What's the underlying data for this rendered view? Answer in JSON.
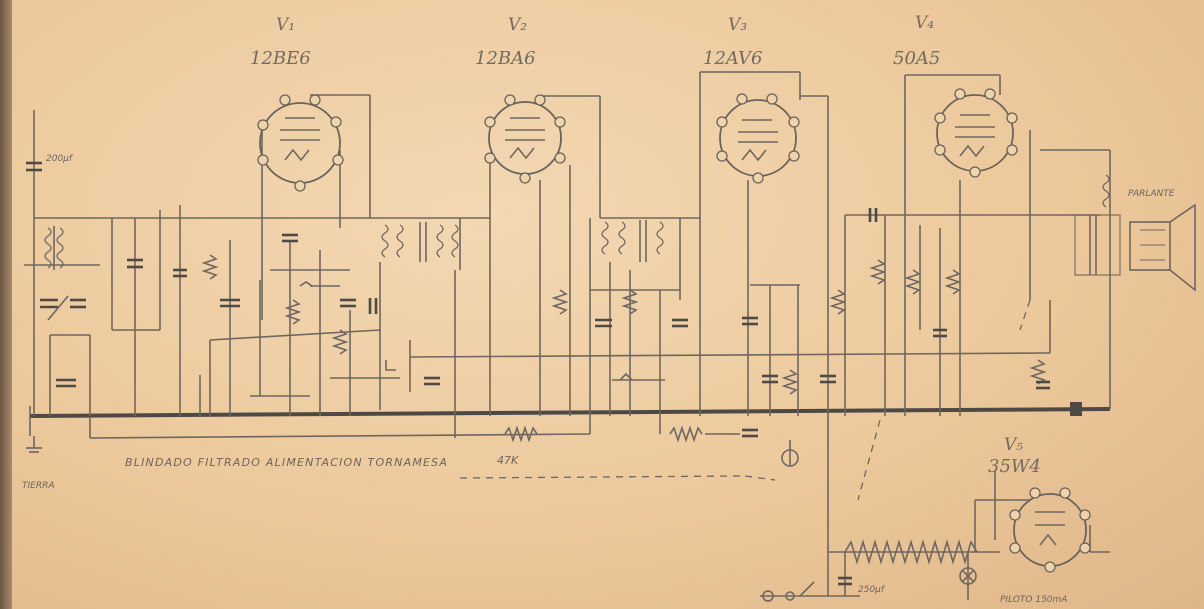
{
  "tubes": [
    {
      "id": "v1",
      "designation": "V₁",
      "type": "12BE6"
    },
    {
      "id": "v2",
      "designation": "V₂",
      "type": "12BA6"
    },
    {
      "id": "v3",
      "designation": "V₃",
      "type": "12AV6"
    },
    {
      "id": "v4",
      "designation": "V₄",
      "type": "50A5"
    },
    {
      "id": "v5",
      "designation": "V₅",
      "type": "35W4"
    }
  ],
  "labels": {
    "cable_note": "BLINDADO FILTRADO ALIMENTACION TORNAMESA",
    "resistor_note": "47K",
    "antenna_cap": "200μf",
    "pilot_lamp": "PILOTO 150mA",
    "fuse_cap": "250μf",
    "speaker_label": "PARLANTE",
    "ground_label": "TIERRA"
  },
  "colors": {
    "paper": "#e9c9a0",
    "ink": "#6e6760"
  },
  "icons": [
    "tube-icon",
    "capacitor-icon",
    "resistor-icon",
    "transformer-icon",
    "speaker-icon",
    "lamp-icon",
    "switch-icon",
    "ground-icon"
  ]
}
